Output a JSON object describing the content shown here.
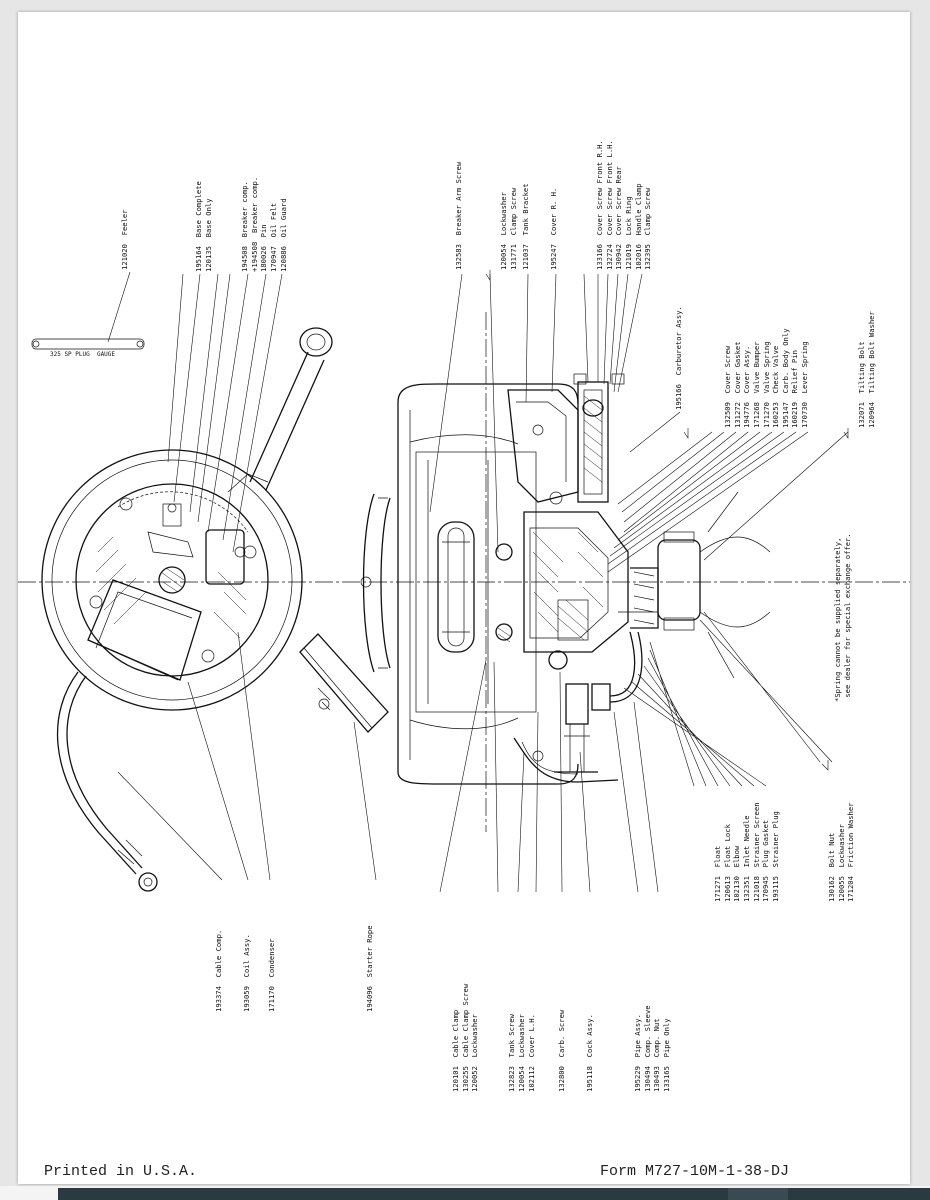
{
  "labels": {
    "feeler": [
      "121020  Feeler"
    ],
    "spark_plug_gauge": [
      "325 SP PLUG  GAUGE"
    ],
    "base": [
      "195164  Base Complete",
      "120135  Base Only"
    ],
    "breaker": [
      "194508  Breaker comp.",
      "+194508  Breaker comp.",
      "180026  Pin",
      "170947  Oil Felt",
      "120886  Oil Guard"
    ],
    "breaker_arm_screw": [
      "132583  Breaker Arm Screw"
    ],
    "clamp_screw": [
      "120054  Lockwasher",
      "131771  Clamp Screw"
    ],
    "tank_bracket": [
      "121037  Tank Bracket"
    ],
    "cover_rh": [
      "195247  Cover R. H."
    ],
    "cover_screws": [
      "133166  Cover Screw Front R.H.",
      "132724  Cover Screw Front L.H.",
      "130942  Cover Screw Rear",
      "121019  Lock Ring",
      "102016  Handle Clamp",
      "132395  Clamp Screw"
    ],
    "carburetor": [
      "195166  Carburetor Assy."
    ],
    "carb_parts": [
      "132509  Cover Screw",
      "131272  Cover Gasket",
      "194776  Cover Assy.",
      "171268  Valve Bumper",
      "171270  Valve Spring",
      "160253  Check Valve",
      "195147  Carb. Body Only",
      "160219  Relief Pin",
      "170730  Lever Spring"
    ],
    "tilting": [
      "132071  Tilting Bolt",
      "120964  Tilting Bolt Washer"
    ],
    "spring_note": [
      "*Spring cannot be supplied separately,",
      " see dealer for special exchange offer."
    ],
    "float_parts": [
      "171271  Float",
      "120613  Float Lock",
      "102130  Elbow",
      "132351  Inlet Needle",
      "121018  Strainer Screen",
      "170945  Plug Gasket",
      "193115  Strainer Plug"
    ],
    "bolt_parts": [
      "130162  Bolt Nut",
      "120055  Lockwasher",
      "171204  Friction Washer"
    ],
    "cable": [
      "193374  Cable Comp."
    ],
    "coil": [
      "193059  Coil Assy."
    ],
    "condenser": [
      "171170  Condenser"
    ],
    "starter_rope": [
      "194096  Starter Rope"
    ],
    "cable_clamp": [
      "120101  Cable Clamp",
      "130255  Cable Clamp Screw",
      "120052  Lockwasher"
    ],
    "tank_screw": [
      "132823  Tank Screw",
      "120054  Lockwasher"
    ],
    "cover_lh": [
      "102112  Cover L.H."
    ],
    "carb_screw": [
      "132800  Carb. Screw"
    ],
    "cock": [
      "195118  Cock Assy."
    ],
    "pipe": [
      "195229  Pipe Assy.",
      "130494  Comp. Sleeve",
      "130493  Comp. Nut",
      "133165  Pipe Only"
    ]
  },
  "footer": {
    "left": "Printed in U.S.A.",
    "right": "Form M727-10M-1-38-DJ"
  }
}
